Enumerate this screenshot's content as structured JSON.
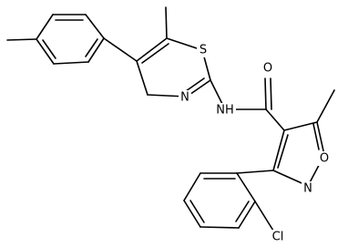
{
  "atom_labels": {
    "s": "S",
    "n_thiazole": "N",
    "nh": "NH",
    "o_carbonyl": "O",
    "o_ring": "O",
    "n_ring": "N",
    "cl": "Cl"
  },
  "colors": {
    "bond": "#000000",
    "text": "#000000",
    "background": "#ffffff"
  }
}
